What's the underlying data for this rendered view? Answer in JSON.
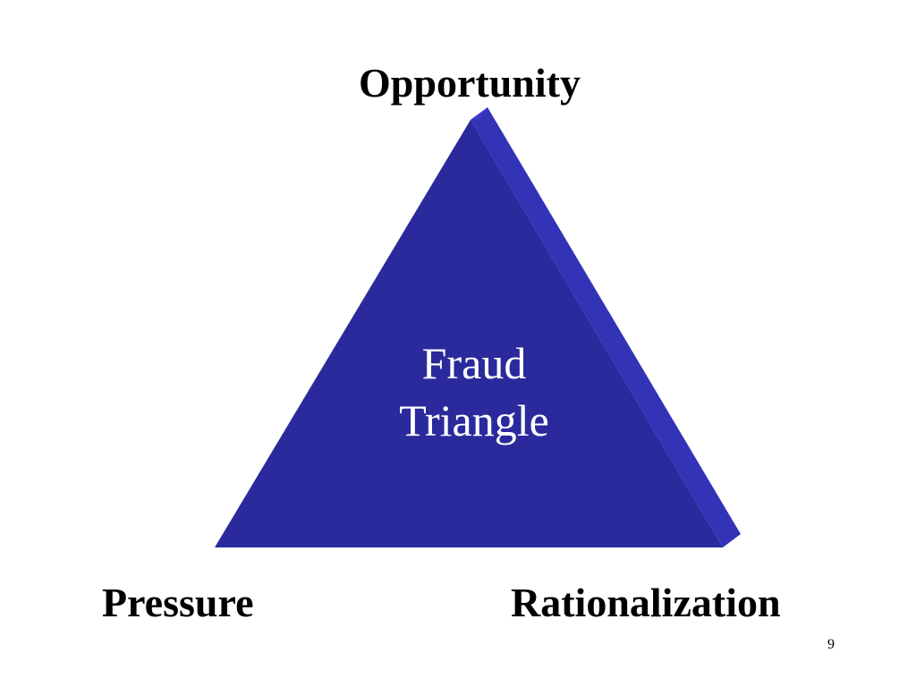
{
  "diagram": {
    "top_label": "Opportunity",
    "left_label": "Pressure",
    "right_label": "Rationalization",
    "center_line1": "Fraud",
    "center_line2": "Triangle"
  },
  "page_number": "9",
  "colors": {
    "triangle_face": "#2A2A9C",
    "triangle_side": "#3333B8",
    "triangle_edge": "#1E1E7E",
    "label_text": "#000000",
    "center_text": "#FFFFFF"
  }
}
